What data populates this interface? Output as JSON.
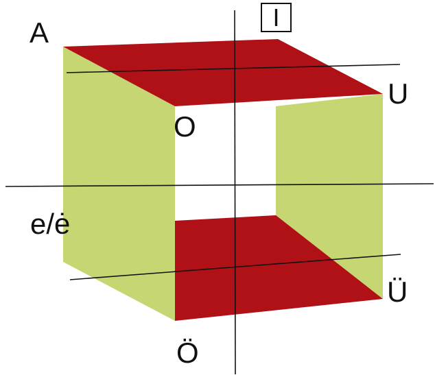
{
  "labels": {
    "a": "A",
    "o": "O",
    "u": "U",
    "e": "e/ė",
    "u_umlaut": "Ü",
    "o_umlaut": "Ö",
    "i": "I"
  },
  "colors": {
    "red_face": "#b01116",
    "green_face": "#c6d672",
    "line": "#111111",
    "background": "#ffffff"
  }
}
